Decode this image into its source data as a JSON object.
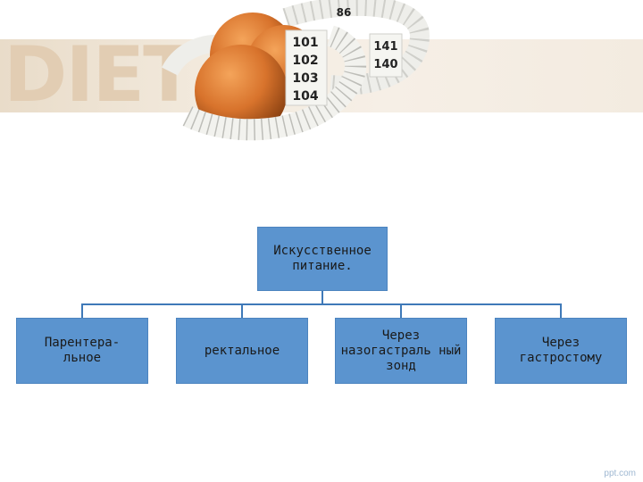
{
  "header": {
    "logo_text": "DIET"
  },
  "photo": {
    "tape_numbers": [
      "101",
      "102",
      "103",
      "104",
      "141",
      "140",
      "86"
    ]
  },
  "chart": {
    "root": "Искусственное питание.",
    "children": [
      "Парентера-\nльное",
      "ректальное",
      "Через назогастраль ный зонд",
      "Через гастростому"
    ]
  },
  "watermark": "ppt.com",
  "colors": {
    "box_fill": "#5b94cf",
    "connector": "#3f79b8",
    "band": "#f3ebdf"
  }
}
